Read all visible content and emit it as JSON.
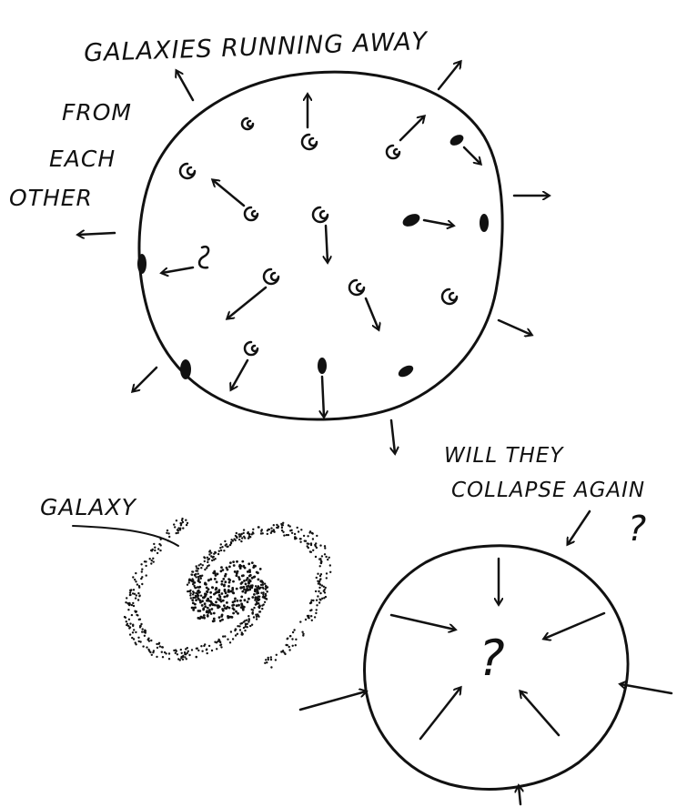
{
  "colors": {
    "ink": "#111111",
    "paper": "#ffffff"
  },
  "labels": {
    "title": "GALAXIES RUNNING AWAY",
    "line1": "FROM",
    "line2": "EACH",
    "line3": "OTHER",
    "galaxy": "GALAXY",
    "question_line1": "WILL THEY",
    "question_line2": "COLLAPSE AGAIN",
    "question_mark": "?",
    "center_question": "?"
  }
}
